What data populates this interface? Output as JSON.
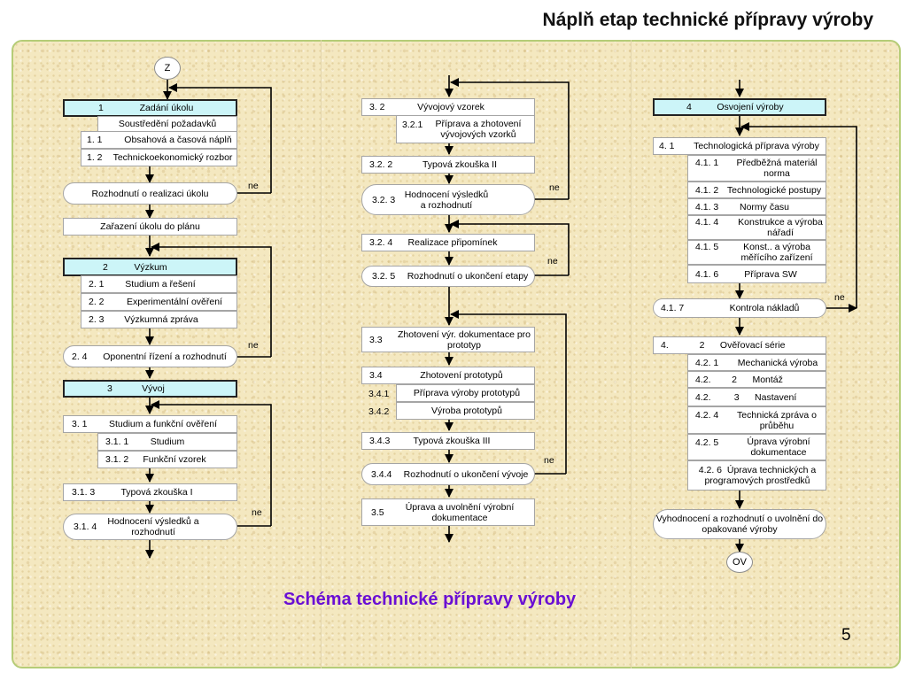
{
  "slide": {
    "title": "Náplň etap technické přípravy výroby",
    "caption": "Schéma technické přípravy výroby",
    "page_number": "5"
  },
  "flow": {
    "start": "Z",
    "end": "OV",
    "no_label": "ne",
    "boxes": {
      "b1": {
        "num": "1",
        "text": "Zadání úkolu"
      },
      "b1s": {
        "text": "Soustředění požadavků"
      },
      "b11": {
        "num": "1. 1",
        "text": "Obsahová a časová náplň"
      },
      "b12": {
        "num": "1. 2",
        "text": "Technickoekonomický rozbor"
      },
      "bRoz": {
        "text": "Rozhodnutí o realizaci úkolu"
      },
      "bZar": {
        "text": "Zařazení úkolu do plánu"
      },
      "b2": {
        "num": "2",
        "text": "Výzkum"
      },
      "b21": {
        "num": "2. 1",
        "text": "Studium a řešení"
      },
      "b22": {
        "num": "2. 2",
        "text": "Experimentální ověření"
      },
      "b23": {
        "num": "2. 3",
        "text": "Výzkumná zpráva"
      },
      "b24": {
        "num": "2. 4",
        "text": "Oponentní řízení a rozhodnutí"
      },
      "b3": {
        "num": "3",
        "text": "Vývoj"
      },
      "b31": {
        "num": "3. 1",
        "text": "Studium a funkční ověření"
      },
      "b311": {
        "num": "3.1. 1",
        "text": "Studium"
      },
      "b312": {
        "num": "3.1. 2",
        "text": "Funkční vzorek"
      },
      "b313": {
        "num": "3.1. 3",
        "text": "Typová zkouška I"
      },
      "b314": {
        "num": "3.1. 4",
        "text": "Hodnocení výsledků a rozhodnutí"
      },
      "b32": {
        "num": "3. 2",
        "text": "Vývojový vzorek"
      },
      "b321": {
        "num": "3.2.1",
        "text": "Příprava a zhotovení vývojových vzorků"
      },
      "b322": {
        "num": "3.2. 2",
        "text": "Typová zkouška II"
      },
      "b323": {
        "num": "3.2. 3",
        "text": "Hodnocení výsledků a rozhodnutí"
      },
      "b324": {
        "num": "3.2. 4",
        "text": "Realizace připomínek"
      },
      "b325": {
        "num": "3.2. 5",
        "text": "Rozhodnutí o ukončení etapy"
      },
      "b33": {
        "num": "3.3",
        "text": "Zhotovení výr. dokumentace pro prototyp"
      },
      "b34": {
        "num": "3.4",
        "text": "Zhotovení prototypů"
      },
      "b341": {
        "num": "3.4.1",
        "text": "Příprava výroby prototypů"
      },
      "b342": {
        "num": "3.4.2",
        "text": "Výroba prototypů"
      },
      "b343": {
        "num": "3.4.3",
        "text": "Typová zkouška III"
      },
      "b344": {
        "num": "3.4.4",
        "text": "Rozhodnutí o ukončení vývoje"
      },
      "b35": {
        "num": "3.5",
        "text": "Úprava a uvolnění výrobní dokumentace"
      },
      "b4": {
        "num": "4",
        "text": "Osvojení výroby"
      },
      "b41": {
        "num": "4.   1",
        "text": "Technologická příprava výroby"
      },
      "b411": {
        "num": "4.1.   1",
        "text": "Předběžná materiál norma"
      },
      "b412": {
        "num": "4.1. 2",
        "text": "Technologické postupy"
      },
      "b413": {
        "num": "4.1.   3",
        "text": "Normy času"
      },
      "b414": {
        "num": "4.1.   4",
        "text": "Konstrukce a výroba nářadí"
      },
      "b415": {
        "num": "4.1.   5",
        "text": "Konst.. a výroba měřícího zařízení"
      },
      "b416": {
        "num": "4.1.   6",
        "text": "Příprava SW"
      },
      "b417": {
        "num": "4.1. 7",
        "text": "Kontrola nákladů"
      },
      "b42": {
        "num": "4.",
        "text": "2      Ověřovací série"
      },
      "b421": {
        "num": "4.2.   1",
        "text": "Mechanická výroba"
      },
      "b422": {
        "num": "4.2.",
        "text": "2      Montáž"
      },
      "b423": {
        "num": "4.2.",
        "text": "3      Nastavení"
      },
      "b424": {
        "num": "4.2.   4",
        "text": "Technická zpráva o průběhu"
      },
      "b425": {
        "num": "4.2.   5",
        "text": "Úprava výrobní dokumentace"
      },
      "b426": {
        "num": "4.2. 6",
        "text": "Úprava technických a programových prostředků"
      },
      "bVyh": {
        "text": "Vyhodnocení a rozhodnutí o uvolnění do opakované výroby"
      }
    }
  }
}
